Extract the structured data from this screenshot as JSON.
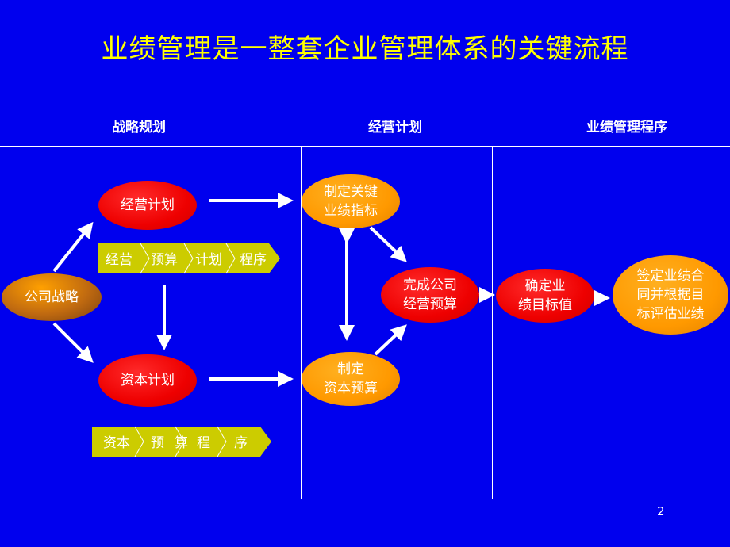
{
  "title": "业绩管理是一整套企业管理体系的关键流程",
  "columns": [
    "战略规划",
    "经营计划",
    "业绩管理程序"
  ],
  "nodes": {
    "company_strategy": "公司战略",
    "business_plan": "经营计划",
    "capital_plan": "资本计划",
    "set_kpi": "制定关键\n业绩指标",
    "set_capital_budget": "制定\n资本预算",
    "complete_budget": "完成公司\n经营预算",
    "set_targets": "确定业\n绩目标值",
    "sign_contract": "签定业绩合\n同并根据目\n标评估业绩"
  },
  "chevrons_business": [
    "经营",
    "预算",
    "计划",
    "程序"
  ],
  "chevrons_capital": [
    "资本",
    "预",
    "算",
    "程",
    "序"
  ],
  "page_number": "2",
  "colors": {
    "background": "#0000ee",
    "title": "#ffff00",
    "red_node": "#ee0000",
    "orange_node": "#ff9900",
    "chevron": "#cccc00"
  }
}
